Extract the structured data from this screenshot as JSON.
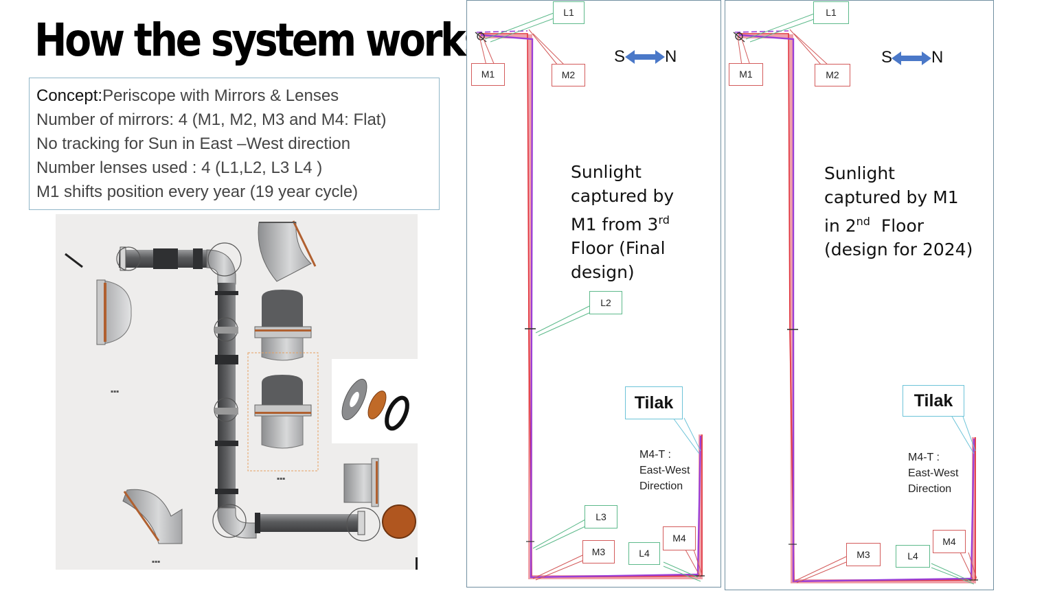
{
  "title": "How the system works",
  "concept": {
    "key_label": "Concept:",
    "key_value": "Periscope with Mirrors & Lenses",
    "lines": [
      "Number of mirrors: 4 (M1, M2, M3 and M4: Flat)",
      "No tracking for Sun in East –West direction",
      "Number lenses used : 4 (L1,L2, L3 L4 )",
      "M1 shifts position every year (19 year cycle)"
    ]
  },
  "panel_left": {
    "labels": {
      "L1": "L1",
      "M1": "M1",
      "M2": "M2",
      "L2": "L2",
      "L3": "L3",
      "M3": "M3",
      "L4": "L4",
      "M4": "M4"
    },
    "compass": {
      "s": "S",
      "n": "N"
    },
    "description": {
      "line1": "Sunlight",
      "line2": "captured by",
      "line3_pre": "M1 from 3",
      "line3_sup": "rd",
      "line4": "Floor (Final",
      "line5": "design)"
    },
    "tilak": "Tilak",
    "note": {
      "line1": "M4-T :",
      "line2": "East-West",
      "line3": "Direction"
    }
  },
  "panel_right": {
    "labels": {
      "L1": "L1",
      "M1": "M1",
      "M2": "M2",
      "M3": "M3",
      "L4": "L4",
      "M4": "M4"
    },
    "compass": {
      "s": "S",
      "n": "N"
    },
    "description": {
      "line1": "Sunlight",
      "line2": "captured by M1",
      "line3_pre": "in 2",
      "line3_sup": "nd",
      "line3_post": "  Floor",
      "line4": "(design for 2024)"
    },
    "tilak": "Tilak",
    "note": {
      "line1": "M4-T :",
      "line2": "East-West",
      "line3": "Direction"
    }
  },
  "colors": {
    "path_purple": "#9b3fd6",
    "path_red": "#e0303a",
    "path_pink": "#f0a0a8",
    "callout_green": "#5cb98a",
    "callout_red": "#d35a5a",
    "arrow_blue": "#4a78c8",
    "pipe_gray": "#6d6e70",
    "copper": "#b06030"
  }
}
